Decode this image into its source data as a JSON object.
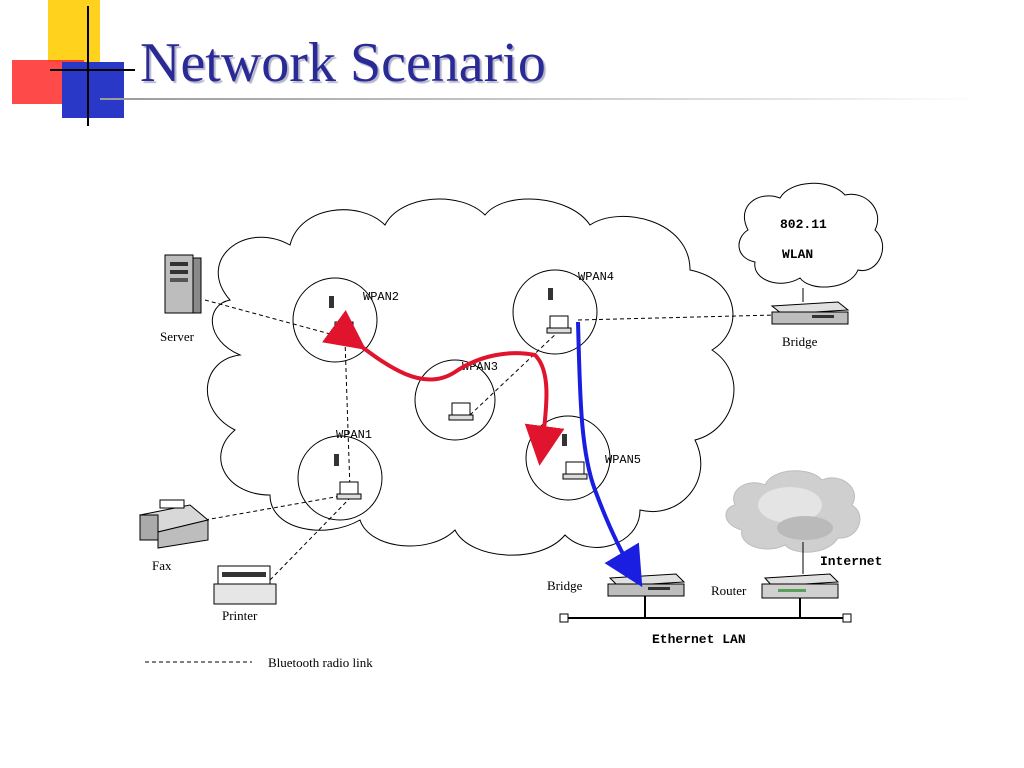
{
  "slide": {
    "title": "Network Scenario"
  },
  "diagram": {
    "nodes": {
      "server": "Server",
      "fax": "Fax",
      "printer": "Printer",
      "wlan_line1": "802.11",
      "wlan_line2": "WLAN",
      "bridge_wlan": "Bridge",
      "bridge_lan": "Bridge",
      "router": "Router",
      "internet": "Internet",
      "ethernet": "Ethernet LAN"
    },
    "piconets": [
      "WPAN1",
      "WPAN2",
      "WPAN3",
      "WPAN4",
      "WPAN5"
    ],
    "legend": {
      "bluetooth": "Bluetooth radio link"
    },
    "colors": {
      "red_path": "#e0142c",
      "blue_path": "#1a1ee0",
      "title": "#2a2a96"
    }
  }
}
